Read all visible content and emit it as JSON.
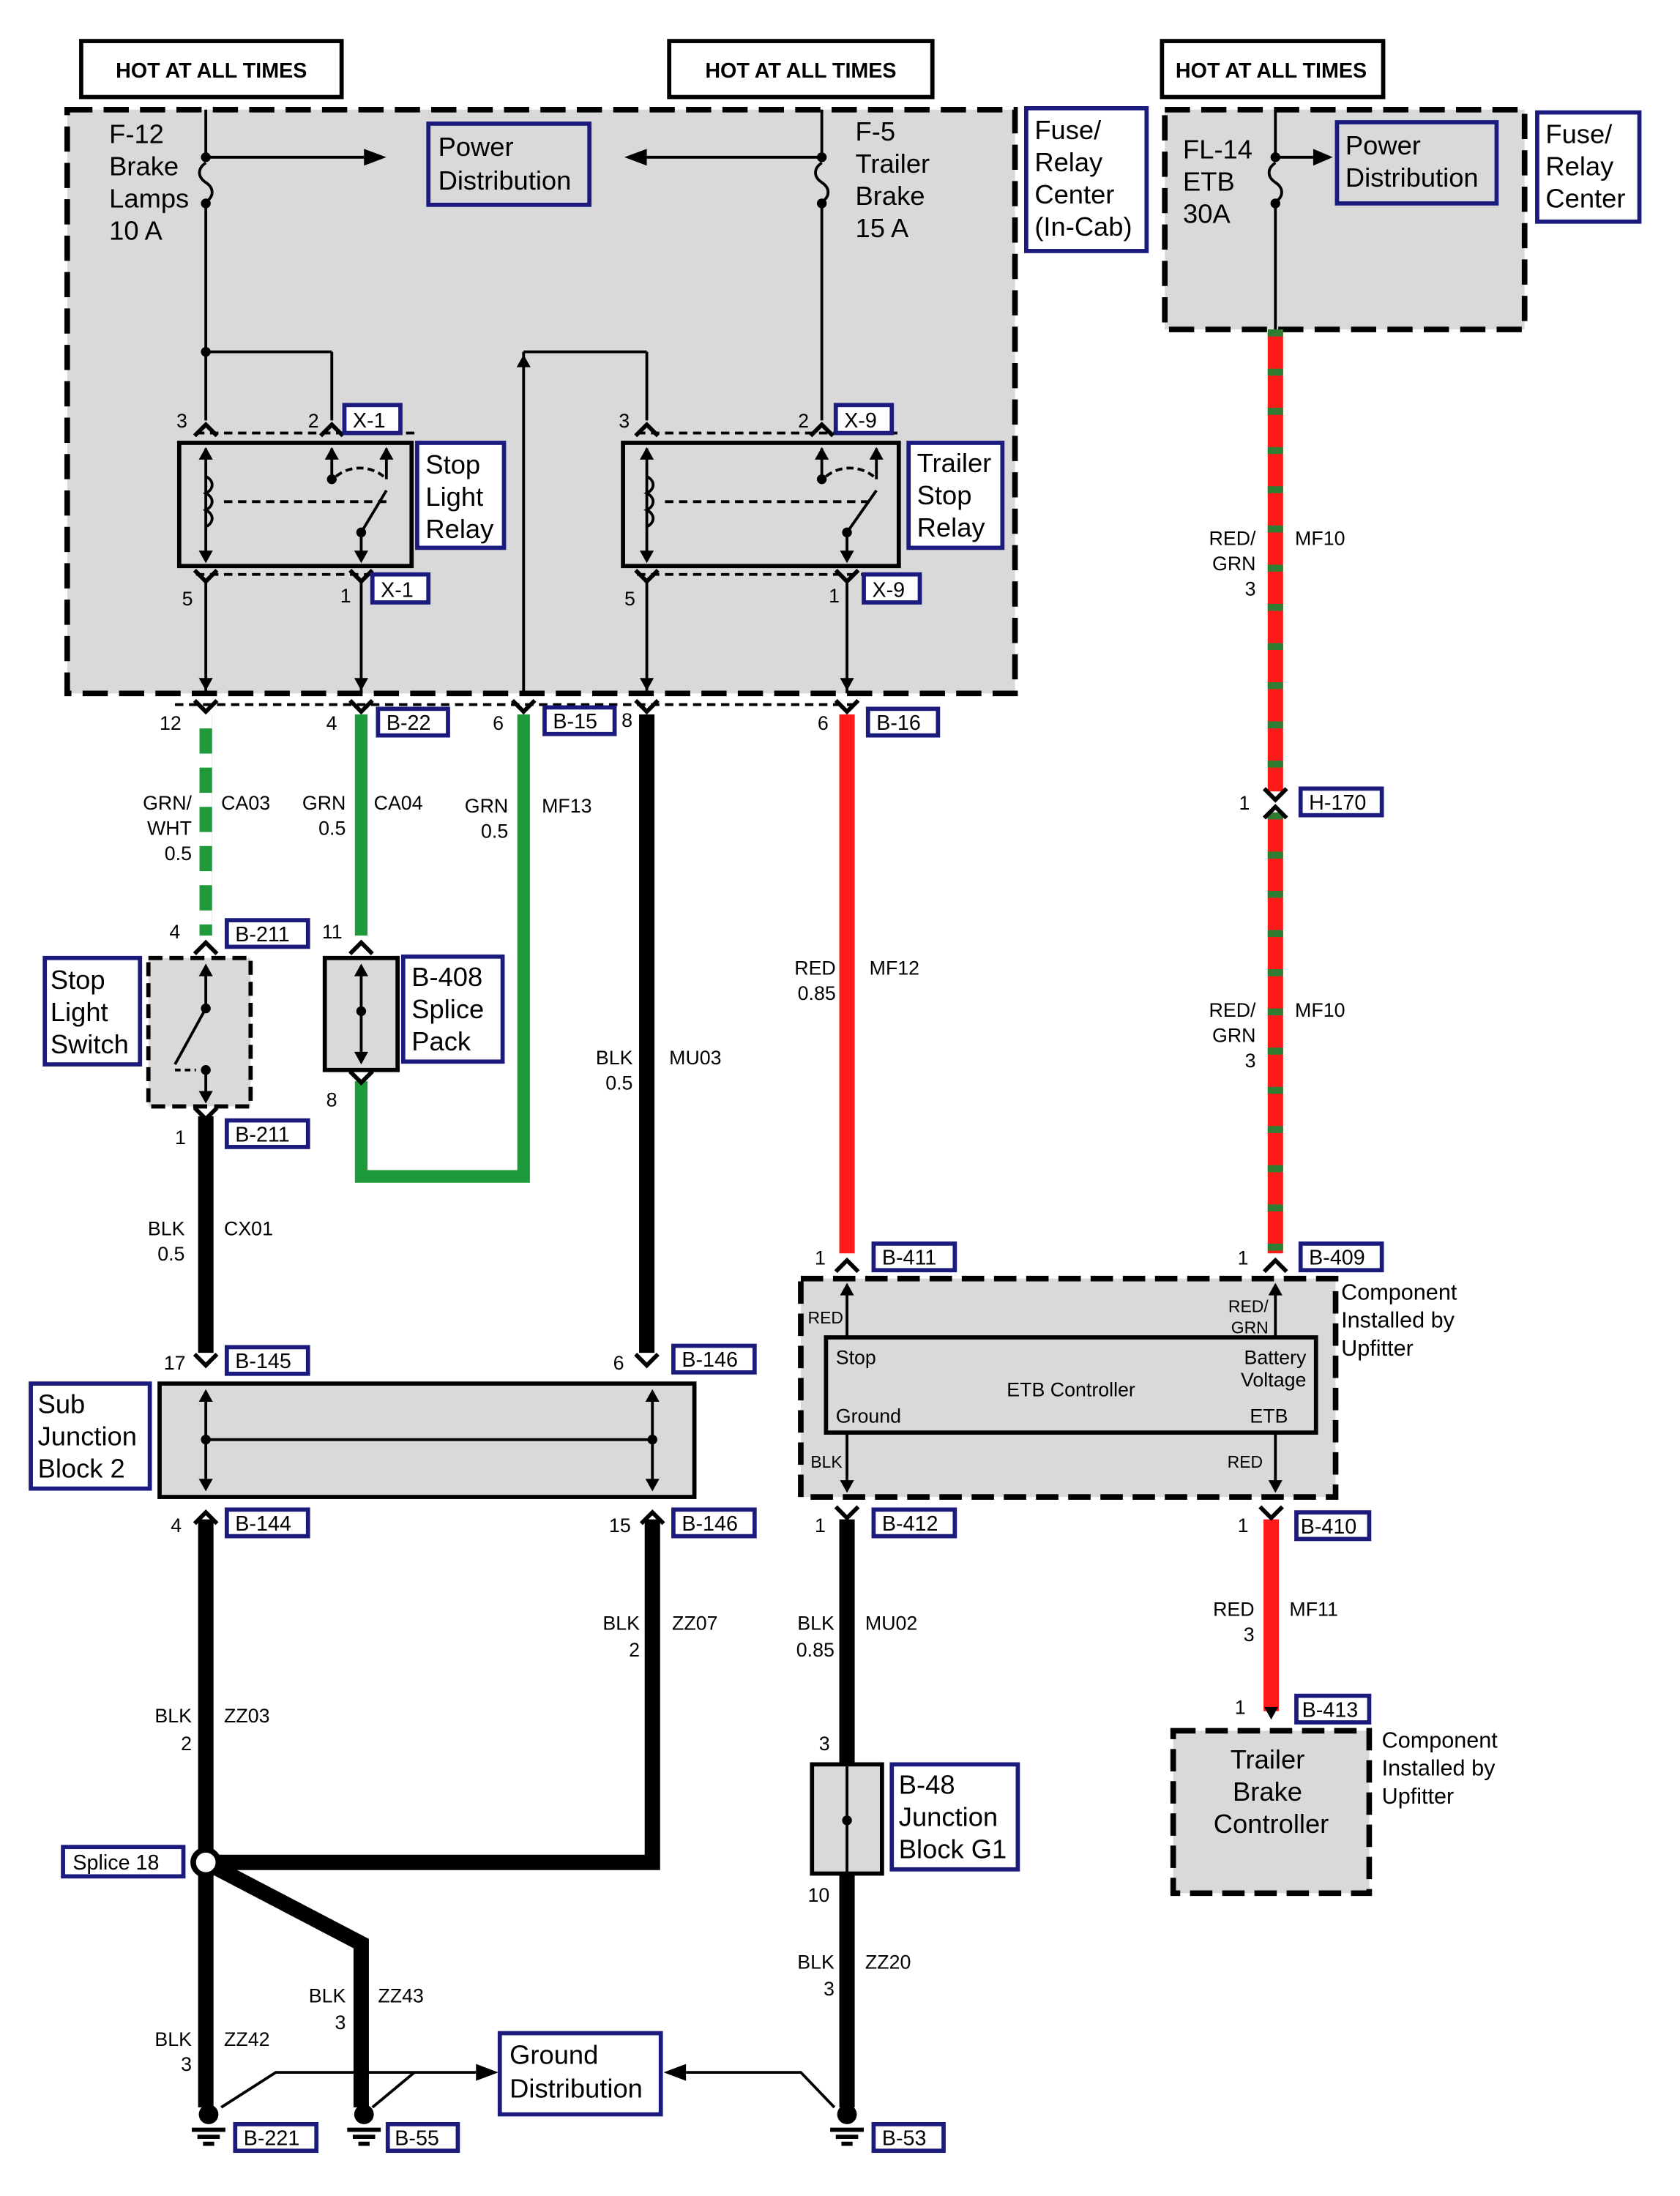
{
  "headers": {
    "left": "HOT AT ALL TIMES",
    "middle": "HOT AT ALL TIMES",
    "right": "HOT AT ALL TIMES"
  },
  "fuse_center_incab": {
    "label_lines": [
      "Fuse/",
      "Relay",
      "Center",
      "(In-Cab)"
    ],
    "fuse_f12_lines": [
      "F-12",
      "Brake",
      "Lamps",
      "10 A"
    ],
    "fuse_f5_lines": [
      "F-5",
      "Trailer",
      "Brake",
      "15 A"
    ],
    "power_distribution_lines": [
      "Power",
      "Distribution"
    ]
  },
  "fuse_center_right": {
    "label_lines": [
      "Fuse/",
      "Relay",
      "Center"
    ],
    "fuse_fl14_lines": [
      "FL-14",
      "ETB",
      "30A"
    ],
    "power_distribution_lines": [
      "Power",
      "Distribution"
    ]
  },
  "stop_light_relay": {
    "label_lines": [
      "Stop",
      "Light",
      "Relay"
    ],
    "connector_top": "X-1",
    "connector_bottom": "X-1",
    "pins": {
      "p3": "3",
      "p2": "2",
      "p5": "5",
      "p1": "1"
    }
  },
  "trailer_stop_relay": {
    "label_lines": [
      "Trailer",
      "Stop",
      "Relay"
    ],
    "connector_top": "X-9",
    "connector_bottom": "X-9",
    "pins": {
      "p3": "3",
      "p2": "2",
      "p5": "5",
      "p1": "1"
    }
  },
  "fuse_block_outputs": [
    {
      "pin": "12",
      "connector": ""
    },
    {
      "pin": "4",
      "connector": "B-22"
    },
    {
      "pin": "6",
      "connector": "B-15"
    },
    {
      "pin": "8",
      "connector": ""
    },
    {
      "pin": "6",
      "connector": "B-16"
    }
  ],
  "wires": {
    "ca03": {
      "color_lines": [
        "GRN/",
        "WHT",
        "0.5"
      ],
      "circuit": "CA03"
    },
    "ca04": {
      "color_lines": [
        "GRN",
        "0.5"
      ],
      "circuit": "CA04"
    },
    "mf13": {
      "color_lines": [
        "GRN",
        "0.5"
      ],
      "circuit": "MF13"
    },
    "mu03": {
      "color_lines": [
        "BLK",
        "0.5"
      ],
      "circuit": "MU03"
    },
    "mf12": {
      "color_lines": [
        "RED",
        "0.85"
      ],
      "circuit": "MF12"
    },
    "mf10_upper": {
      "color_lines": [
        "RED/",
        "GRN",
        "3"
      ],
      "circuit": "MF10"
    },
    "mf10_lower": {
      "color_lines": [
        "RED/",
        "GRN",
        "3"
      ],
      "circuit": "MF10"
    },
    "cx01": {
      "color_lines": [
        "BLK",
        "0.5"
      ],
      "circuit": "CX01"
    },
    "zz03": {
      "color_lines": [
        "BLK",
        "2"
      ],
      "circuit": "ZZ03"
    },
    "zz07": {
      "color_lines": [
        "BLK",
        "2"
      ],
      "circuit": "ZZ07"
    },
    "mu02": {
      "color_lines": [
        "BLK",
        "0.85"
      ],
      "circuit": "MU02"
    },
    "mf11": {
      "color_lines": [
        "RED",
        "3"
      ],
      "circuit": "MF11"
    },
    "zz42": {
      "color_lines": [
        "BLK",
        "3"
      ],
      "circuit": "ZZ42"
    },
    "zz43": {
      "color_lines": [
        "BLK",
        "3"
      ],
      "circuit": "ZZ43"
    },
    "zz20": {
      "color_lines": [
        "BLK",
        "3"
      ],
      "circuit": "ZZ20"
    }
  },
  "connectors": {
    "h170": {
      "pin": "1",
      "id": "H-170"
    },
    "b211_top": {
      "pin": "4",
      "id": "B-211"
    },
    "b211_bottom": {
      "pin": "1",
      "id": "B-211"
    },
    "b408_top_pin": "11",
    "b408_bottom_pin": "8",
    "b145": {
      "pin": "17",
      "id": "B-145"
    },
    "b146_top": {
      "pin": "6",
      "id": "B-146"
    },
    "b144": {
      "pin": "4",
      "id": "B-144"
    },
    "b146_bottom": {
      "pin": "15",
      "id": "B-146"
    },
    "b411": {
      "pin": "1",
      "id": "B-411"
    },
    "b409": {
      "pin": "1",
      "id": "B-409"
    },
    "b412": {
      "pin": "1",
      "id": "B-412"
    },
    "b410": {
      "pin": "1",
      "id": "B-410"
    },
    "b413": {
      "pin": "1",
      "id": "B-413"
    },
    "b48_top_pin": "3",
    "b48_bottom_pin": "10"
  },
  "components": {
    "stop_light_switch_lines": [
      "Stop",
      "Light",
      "Switch"
    ],
    "splice_pack_lines": [
      "B-408",
      "Splice",
      "Pack"
    ],
    "sub_junction_lines": [
      "Sub",
      "Junction",
      "Block 2"
    ],
    "junction_g1_lines": [
      "B-48",
      "Junction",
      "Block G1"
    ],
    "trailer_brake_lines": [
      "Trailer",
      "Brake",
      "Controller"
    ],
    "upfitter_note_1_lines": [
      "Component",
      "Installed by",
      "Upfitter"
    ],
    "upfitter_note_2_lines": [
      "Component",
      "Installed by",
      "Upfitter"
    ],
    "splice_18": "Splice 18",
    "ground_distribution_lines": [
      "Ground",
      "Distribution"
    ]
  },
  "etb_controller": {
    "title": "ETB Controller",
    "stop": "Stop",
    "ground": "Ground",
    "battery_lines": [
      "Battery",
      "Voltage"
    ],
    "etb": "ETB",
    "in_red": "RED",
    "in_redgrn_lines": [
      "RED/",
      "GRN"
    ],
    "out_blk": "BLK",
    "out_red": "RED"
  },
  "grounds": {
    "g1": "B-221",
    "g2": "B-55",
    "g3": "B-53"
  },
  "colors": {
    "green": "#1e9a3a",
    "red": "#ff1a1a",
    "black": "#000000",
    "box_fill": "#d9d9d9",
    "connector_border": "#1b1b7d",
    "stripe_white": "#ffffff",
    "stripe_green": "#2e7d32"
  }
}
